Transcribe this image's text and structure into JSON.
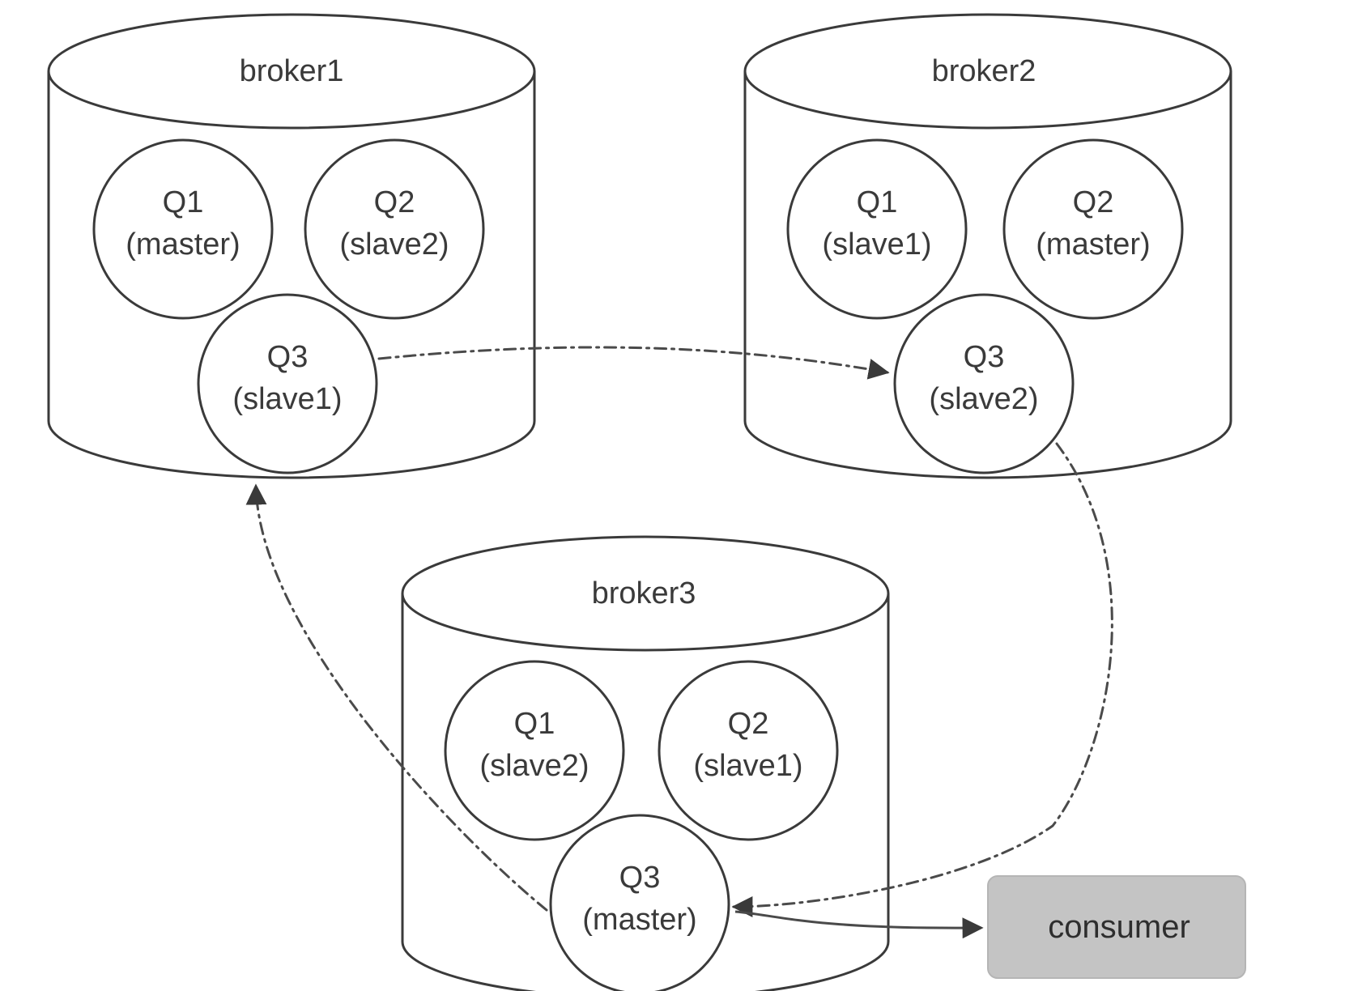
{
  "brokers": [
    {
      "name": "broker1",
      "queues": [
        {
          "id": "Q1",
          "role": "(master)"
        },
        {
          "id": "Q2",
          "role": "(slave2)"
        },
        {
          "id": "Q3",
          "role": "(slave1)"
        }
      ]
    },
    {
      "name": "broker2",
      "queues": [
        {
          "id": "Q1",
          "role": "(slave1)"
        },
        {
          "id": "Q2",
          "role": "(master)"
        },
        {
          "id": "Q3",
          "role": "(slave2)"
        }
      ]
    },
    {
      "name": "broker3",
      "queues": [
        {
          "id": "Q1",
          "role": "(slave2)"
        },
        {
          "id": "Q2",
          "role": "(slave1)"
        },
        {
          "id": "Q3",
          "role": "(master)"
        }
      ]
    }
  ],
  "consumer": {
    "label": "consumer"
  }
}
